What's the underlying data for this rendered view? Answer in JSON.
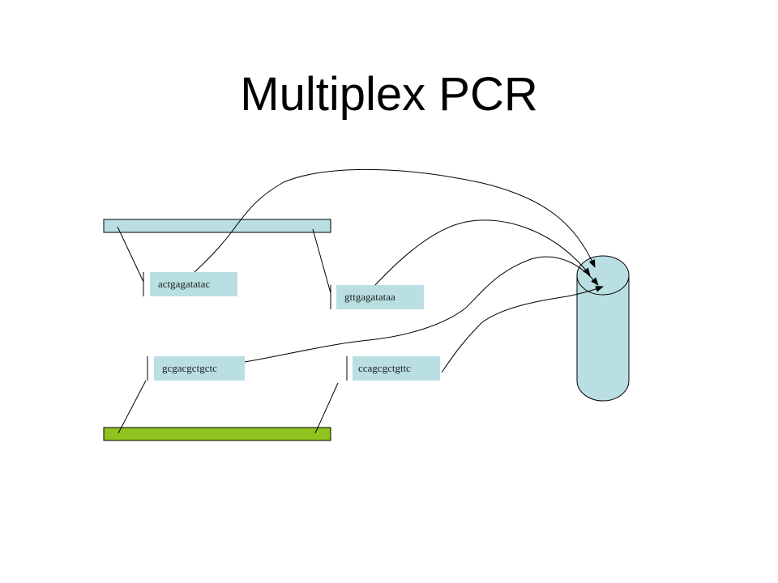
{
  "title": "Multiplex PCR",
  "colors": {
    "template_top": "#b9dfe2",
    "template_bottom": "#8fc31f",
    "primer_box": "#b9dfe2",
    "tube": "#b9dfe2",
    "stroke": "#000000"
  },
  "primers": [
    {
      "id": "primer-1",
      "sequence": "actgagatatac"
    },
    {
      "id": "primer-2",
      "sequence": "gttgagatataa"
    },
    {
      "id": "primer-3",
      "sequence": "gcgacgctgctc"
    },
    {
      "id": "primer-4",
      "sequence": "ccagcgctgttc"
    }
  ],
  "icons": {
    "tube": "test-tube-icon",
    "arrowhead": "arrowhead-icon"
  }
}
